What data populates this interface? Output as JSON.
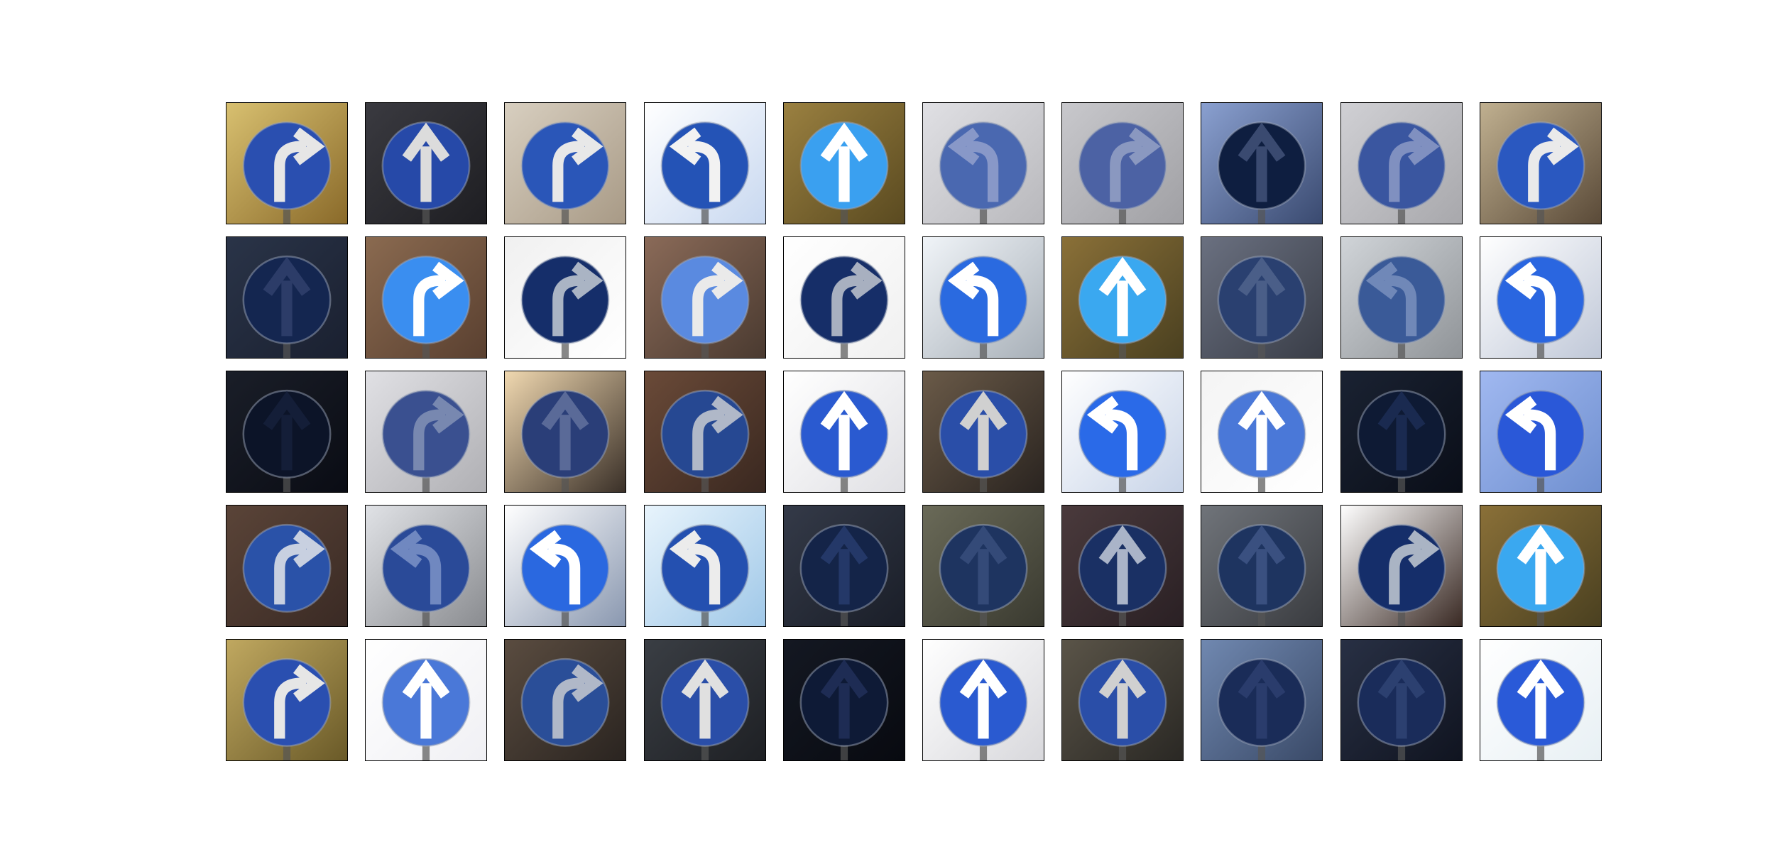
{
  "figure": {
    "rows": 5,
    "cols": 10,
    "images": [
      {
        "sign": "right",
        "bg": "#8a6a2a",
        "bg2": "#d8c070",
        "disc": "#2a4fb0",
        "arrow": "#e6e6e6",
        "post": true
      },
      {
        "sign": "straight",
        "bg": "#1e1e22",
        "bg2": "#3a3a40",
        "disc": "#2649a8",
        "arrow": "#dcdcdc",
        "post": true
      },
      {
        "sign": "right",
        "bg": "#a89a86",
        "bg2": "#d8cfc0",
        "disc": "#2a56b8",
        "arrow": "#e8e8e8",
        "post": true
      },
      {
        "sign": "left",
        "bg": "#c8d8f0",
        "bg2": "#ffffff",
        "disc": "#2453b6",
        "arrow": "#f2f2f2",
        "post": true
      },
      {
        "sign": "straight",
        "bg": "#5a4a20",
        "bg2": "#9a8040",
        "disc": "#3aa0f0",
        "arrow": "#ffffff",
        "post": true
      },
      {
        "sign": "left",
        "bg": "#b8b8bc",
        "bg2": "#e0e0e4",
        "disc": "#4a68b0",
        "arrow": "#8898c8",
        "post": true
      },
      {
        "sign": "right",
        "bg": "#a0a0a4",
        "bg2": "#c8c8cc",
        "disc": "#4c62a4",
        "arrow": "#8a98c0",
        "post": true
      },
      {
        "sign": "straight",
        "bg": "#3a4a70",
        "bg2": "#8aa0d0",
        "disc": "#0e1e40",
        "arrow": "#3a4a70",
        "post": true
      },
      {
        "sign": "right",
        "bg": "#a8a8ac",
        "bg2": "#d0d0d4",
        "disc": "#3a56a0",
        "arrow": "#8090c0",
        "post": true
      },
      {
        "sign": "right",
        "bg": "#5a4a38",
        "bg2": "#c0b090",
        "disc": "#2a58c0",
        "arrow": "#eaeaea",
        "post": true
      },
      {
        "sign": "straight",
        "bg": "#1a2030",
        "bg2": "#2a3448",
        "disc": "#142650",
        "arrow": "#2c3c68",
        "post": true
      },
      {
        "sign": "right",
        "bg": "#5a4030",
        "bg2": "#8a6a50",
        "disc": "#3a8ef0",
        "arrow": "#ffffff",
        "post": true
      },
      {
        "sign": "right",
        "bg": "#ffffff",
        "bg2": "#f0f0f0",
        "disc": "#152e6a",
        "arrow": "#aab4c4",
        "post": true
      },
      {
        "sign": "right",
        "bg": "#4a3a30",
        "bg2": "#8a6a58",
        "disc": "#5a8ae0",
        "arrow": "#eaeaea",
        "post": true
      },
      {
        "sign": "right",
        "bg": "#f0f0f0",
        "bg2": "#ffffff",
        "disc": "#162e68",
        "arrow": "#a8b0c0",
        "post": true
      },
      {
        "sign": "left",
        "bg": "#a8b0b8",
        "bg2": "#f0f4f8",
        "disc": "#2a6ae0",
        "arrow": "#ffffff",
        "post": true
      },
      {
        "sign": "straight",
        "bg": "#4a4020",
        "bg2": "#8a7038",
        "disc": "#3aa8f0",
        "arrow": "#ffffff",
        "post": true
      },
      {
        "sign": "straight",
        "bg": "#3a3e48",
        "bg2": "#6a7080",
        "disc": "#2a4070",
        "arrow": "#4a5e88",
        "post": true
      },
      {
        "sign": "left",
        "bg": "#909498",
        "bg2": "#d0d4d8",
        "disc": "#3a5a98",
        "arrow": "#7088b8",
        "post": true
      },
      {
        "sign": "left",
        "bg": "#c0c8d8",
        "bg2": "#ffffff",
        "disc": "#2a66e0",
        "arrow": "#ffffff",
        "post": true
      },
      {
        "sign": "straight",
        "bg": "#0a0c14",
        "bg2": "#1a1e28",
        "disc": "#0c1428",
        "arrow": "#141e38",
        "post": true
      },
      {
        "sign": "right",
        "bg": "#b0b0b4",
        "bg2": "#e0e0e4",
        "disc": "#3a5090",
        "arrow": "#7888b0",
        "post": true
      },
      {
        "sign": "straight",
        "bg": "#3a3028",
        "bg2": "#f0d8b0",
        "disc": "#2a3e78",
        "arrow": "#5a6a98",
        "post": true
      },
      {
        "sign": "right",
        "bg": "#3a2820",
        "bg2": "#6a4a38",
        "disc": "#264892",
        "arrow": "#b0b8c8",
        "post": true
      },
      {
        "sign": "straight",
        "bg": "#e0e0e4",
        "bg2": "#ffffff",
        "disc": "#2a5ad0",
        "arrow": "#ffffff",
        "post": true
      },
      {
        "sign": "straight",
        "bg": "#2a2420",
        "bg2": "#6a5a48",
        "disc": "#2a4ea8",
        "arrow": "#d0d0d0",
        "post": true
      },
      {
        "sign": "left",
        "bg": "#c8d4e8",
        "bg2": "#ffffff",
        "disc": "#2a6ae8",
        "arrow": "#ffffff",
        "post": true
      },
      {
        "sign": "straight",
        "bg": "#ffffff",
        "bg2": "#f4f4f4",
        "disc": "#4a78d8",
        "arrow": "#ffffff",
        "post": true
      },
      {
        "sign": "straight",
        "bg": "#0a0e18",
        "bg2": "#1a2232",
        "disc": "#0e1a34",
        "arrow": "#1a2a50",
        "post": true
      },
      {
        "sign": "left",
        "bg": "#7090d0",
        "bg2": "#a0b8f0",
        "disc": "#2a58d8",
        "arrow": "#ffffff",
        "post": true
      },
      {
        "sign": "right",
        "bg": "#3a2a24",
        "bg2": "#5a4438",
        "disc": "#2a52a8",
        "arrow": "#c8d0e0",
        "post": false
      },
      {
        "sign": "left",
        "bg": "#8a8c90",
        "bg2": "#e0e2e6",
        "disc": "#2a4a98",
        "arrow": "#7088c0",
        "post": true
      },
      {
        "sign": "left",
        "bg": "#8a98b0",
        "bg2": "#ffffff",
        "disc": "#2a68e0",
        "arrow": "#ffffff",
        "post": true
      },
      {
        "sign": "left",
        "bg": "#a0c8e8",
        "bg2": "#e8f4fc",
        "disc": "#2450b0",
        "arrow": "#ececec",
        "post": true
      },
      {
        "sign": "straight",
        "bg": "#1a1e28",
        "bg2": "#343a48",
        "disc": "#142448",
        "arrow": "#243868",
        "post": true
      },
      {
        "sign": "straight",
        "bg": "#3a3a30",
        "bg2": "#6a6a58",
        "disc": "#1e3460",
        "arrow": "#344a78",
        "post": true
      },
      {
        "sign": "straight",
        "bg": "#2a2024",
        "bg2": "#4a3a3c",
        "disc": "#1a3064",
        "arrow": "#aab4c8",
        "post": true
      },
      {
        "sign": "straight",
        "bg": "#3a3c40",
        "bg2": "#70747a",
        "disc": "#1e3460",
        "arrow": "#3a5080",
        "post": true
      },
      {
        "sign": "right",
        "bg": "#3a2a24",
        "bg2": "#ffffff",
        "disc": "#152e6a",
        "arrow": "#aab4c4",
        "post": true
      },
      {
        "sign": "straight",
        "bg": "#4a4020",
        "bg2": "#8a7038",
        "disc": "#3aa8f0",
        "arrow": "#ffffff",
        "post": true
      },
      {
        "sign": "right",
        "bg": "#6a5a28",
        "bg2": "#c0a860",
        "disc": "#2a4fb0",
        "arrow": "#e6e6e6",
        "post": true
      },
      {
        "sign": "straight",
        "bg": "#f0f0f4",
        "bg2": "#ffffff",
        "disc": "#4a78d8",
        "arrow": "#ffffff",
        "post": true
      },
      {
        "sign": "right",
        "bg": "#2a2420",
        "bg2": "#5a4c40",
        "disc": "#2a4e98",
        "arrow": "#b0b8c8",
        "post": false
      },
      {
        "sign": "straight",
        "bg": "#1e2024",
        "bg2": "#3a3e44",
        "disc": "#2a4ea8",
        "arrow": "#e0e0e0",
        "post": true
      },
      {
        "sign": "straight",
        "bg": "#080a10",
        "bg2": "#141822",
        "disc": "#0e1a36",
        "arrow": "#1e2c54",
        "post": true
      },
      {
        "sign": "straight",
        "bg": "#d8d8dc",
        "bg2": "#ffffff",
        "disc": "#2a5ad0",
        "arrow": "#ffffff",
        "post": true
      },
      {
        "sign": "straight",
        "bg": "#2a2824",
        "bg2": "#5a5448",
        "disc": "#2a4ea8",
        "arrow": "#d0d0d0",
        "post": true
      },
      {
        "sign": "straight",
        "bg": "#3a4a68",
        "bg2": "#7088b0",
        "disc": "#1a2c58",
        "arrow": "#2a3c6c",
        "post": true
      },
      {
        "sign": "straight",
        "bg": "#101420",
        "bg2": "#283044",
        "disc": "#1a2c5a",
        "arrow": "#2c4070",
        "post": true
      },
      {
        "sign": "straight",
        "bg": "#e8f0f4",
        "bg2": "#ffffff",
        "disc": "#2a5ad8",
        "arrow": "#ffffff",
        "post": true
      }
    ]
  }
}
